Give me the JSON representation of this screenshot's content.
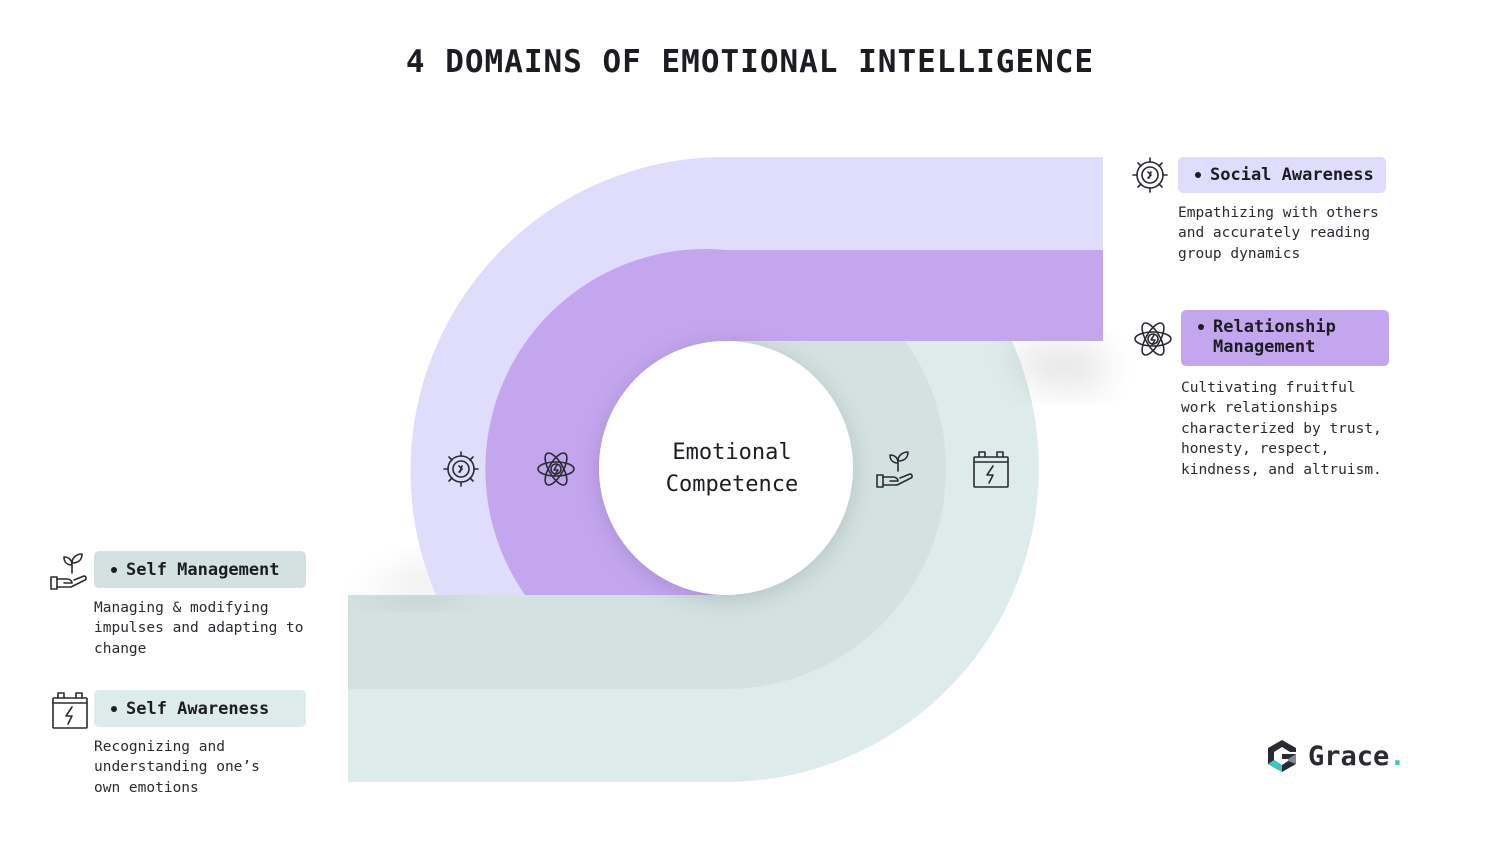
{
  "title": "4 DOMAINS OF EMOTIONAL INTELLIGENCE",
  "center": {
    "line1": "Emotional",
    "line2": "Competence"
  },
  "domains": [
    {
      "label": "Social Awareness",
      "description": "Empathizing with others\nand accurately reading\ngroup dynamics",
      "icon": "gear-network-icon",
      "color": "#e0dcfb"
    },
    {
      "label": "Relationship Management",
      "label_line1": "Relationship",
      "label_line2": "Management",
      "description": "Cultivating fruitful\nwork relationships\ncharacterized by trust,\nhonesty, respect,\nkindness, and altruism.",
      "icon": "atom-icon",
      "color": "#c4a6ef"
    },
    {
      "label": "Self Management",
      "description": "Managing & modifying\nimpulses and adapting to\nchange",
      "icon": "hand-plant-icon",
      "color": "#d3e1e1"
    },
    {
      "label": "Self Awareness",
      "description": "Recognizing and\nunderstanding one’s\nown emotions",
      "icon": "battery-bolt-icon",
      "color": "#ddebeb"
    }
  ],
  "brand": {
    "name": "Grace",
    "dot": ".",
    "colors": {
      "dark": "#2a2a32",
      "teal": "#3ec7c0",
      "gray": "#8a8a92"
    }
  }
}
